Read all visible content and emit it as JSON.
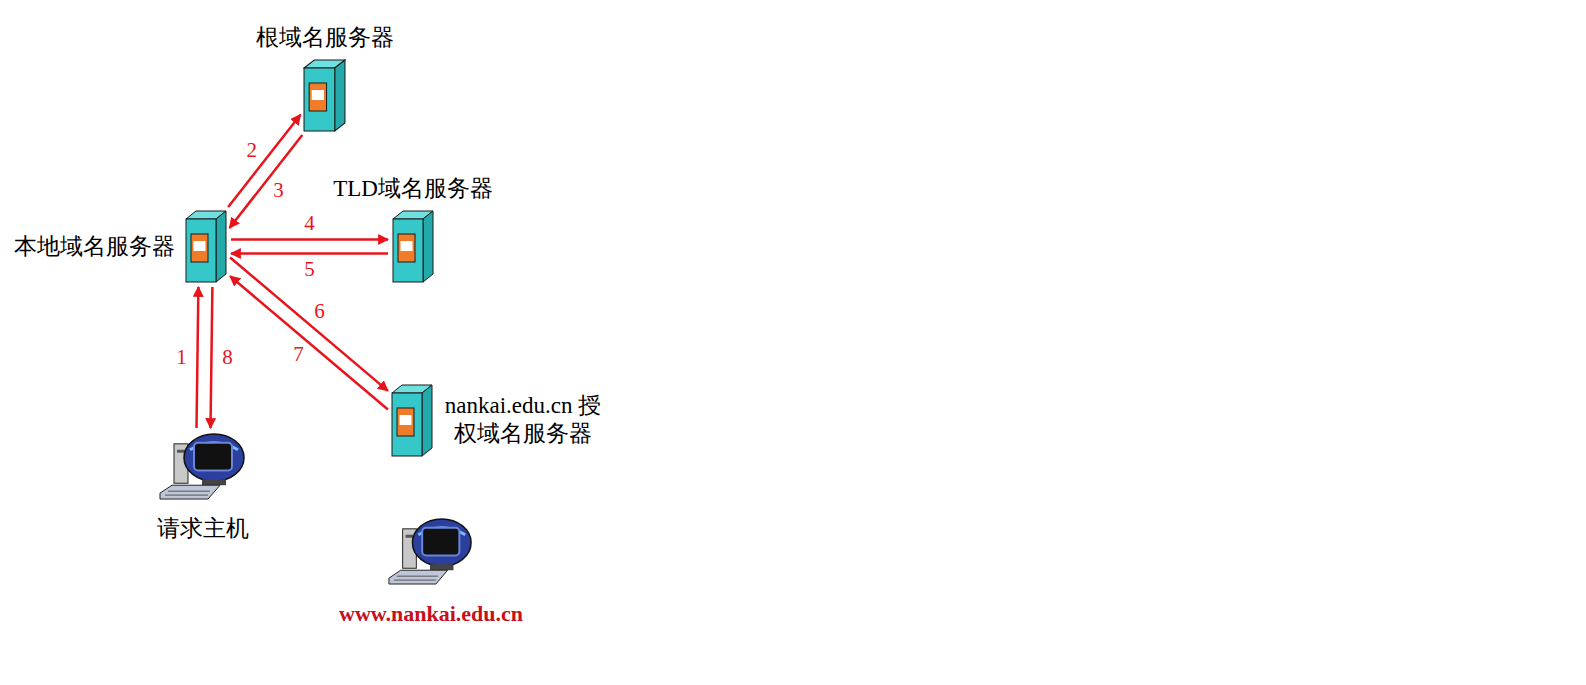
{
  "diagram": {
    "nodes": [
      {
        "text": [
          "根域名服务器"
        ]
      },
      {
        "text": [
          "本地域名服务器"
        ]
      },
      {
        "text": [
          "TLD域名服务器"
        ]
      },
      {
        "text": [
          "nankai.edu.cn 授权域名服务器"
        ]
      },
      {
        "text": [
          "请求主机"
        ]
      },
      {
        "text": [
          "www.nankai.edu.cn"
        ]
      }
    ],
    "edges": [
      {
        "from": 4,
        "to": 1,
        "label": "1",
        "arrow": "to"
      },
      {
        "from": 1,
        "to": 0,
        "label": "2",
        "arrow": "to"
      },
      {
        "from": 0,
        "to": 1,
        "label": "3",
        "arrow": "to"
      },
      {
        "from": 1,
        "to": 2,
        "label": "4",
        "arrow": "to"
      },
      {
        "from": 2,
        "to": 1,
        "label": "5",
        "arrow": "to"
      },
      {
        "from": 1,
        "to": 3,
        "label": "6",
        "arrow": "to"
      },
      {
        "from": 3,
        "to": 1,
        "label": "7",
        "arrow": "to"
      },
      {
        "from": 1,
        "to": 4,
        "label": "8",
        "arrow": "to"
      }
    ]
  }
}
